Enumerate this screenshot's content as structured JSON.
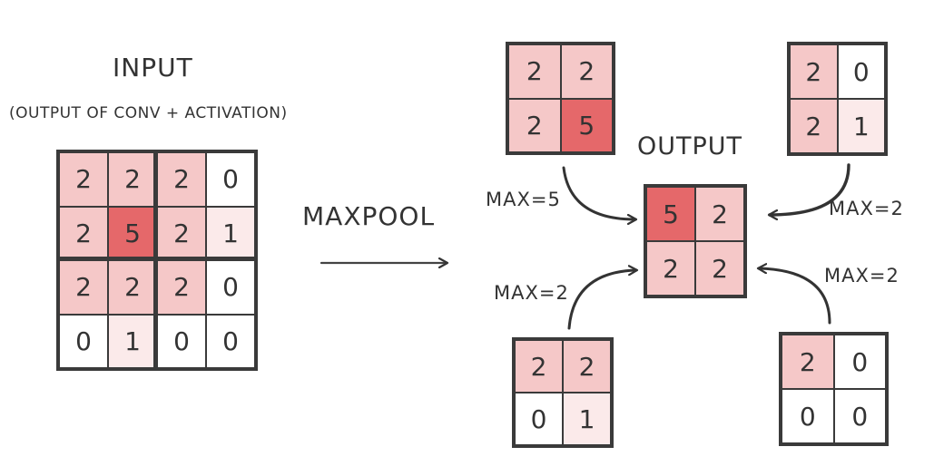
{
  "input": {
    "title": "INPUT",
    "subtitle": "(OUTPUT OF CONV + ACTIVATION)",
    "cells": [
      [
        "2",
        "2",
        "2",
        "0"
      ],
      [
        "2",
        "5",
        "2",
        "1"
      ],
      [
        "2",
        "2",
        "2",
        "0"
      ],
      [
        "0",
        "1",
        "0",
        "0"
      ]
    ]
  },
  "operation": {
    "label": "MAXPOOL"
  },
  "output": {
    "title": "OUTPUT",
    "cells": [
      [
        "5",
        "2"
      ],
      [
        "2",
        "2"
      ]
    ]
  },
  "pools": {
    "top_left": {
      "cells": [
        [
          "2",
          "2"
        ],
        [
          "2",
          "5"
        ]
      ],
      "label": "MAX=5"
    },
    "top_right": {
      "cells": [
        [
          "2",
          "0"
        ],
        [
          "2",
          "1"
        ]
      ],
      "label": "MAX=2"
    },
    "bottom_left": {
      "cells": [
        [
          "2",
          "2"
        ],
        [
          "0",
          "1"
        ]
      ],
      "label": "MAX=2"
    },
    "bottom_right": {
      "cells": [
        [
          "2",
          "0"
        ],
        [
          "0",
          "0"
        ]
      ],
      "label": "MAX=2"
    }
  },
  "colors": {
    "value_0": "#ffffff",
    "value_1": "#fbeaea",
    "value_2": "#f5c8c8",
    "value_5": "#e5686a",
    "ink": "#333333",
    "grid_line": "#3a3a3a"
  }
}
